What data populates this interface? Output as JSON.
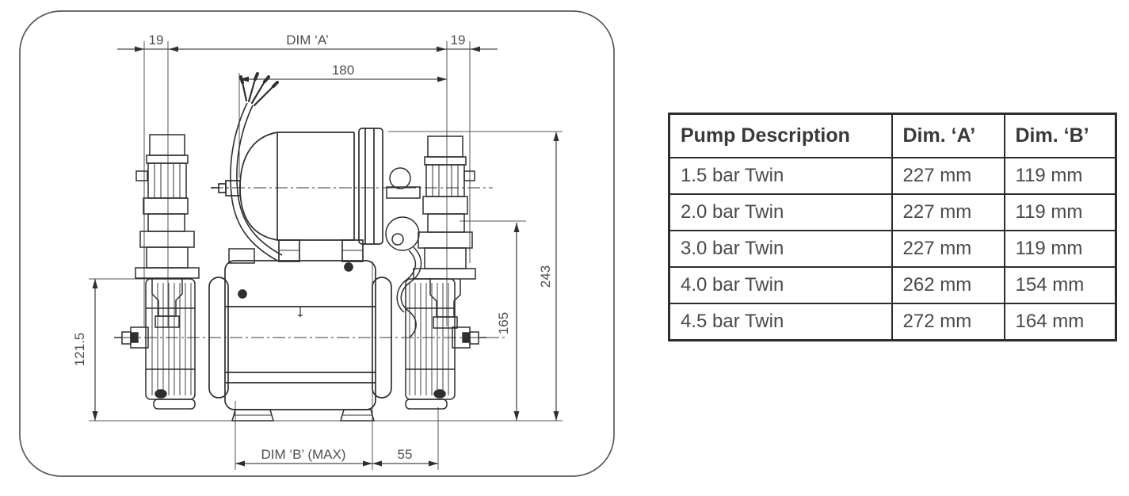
{
  "drawing": {
    "dim_labels": {
      "left_port_offset": "19",
      "overall_width": "DIM ‘A’",
      "right_port_offset": "19",
      "tank_width": "180",
      "overall_height": "243",
      "outlet_height": "165",
      "inlet_height": "121.5",
      "body_width": "DIM ‘B’ (MAX)",
      "side_offset": "55"
    }
  },
  "table": {
    "headers": [
      "Pump Description",
      "Dim. ‘A’",
      "Dim. ‘B’"
    ],
    "rows": [
      [
        "1.5 bar Twin",
        "227 mm",
        "119 mm"
      ],
      [
        "2.0 bar Twin",
        "227 mm",
        "119 mm"
      ],
      [
        "3.0 bar Twin",
        "227 mm",
        "119 mm"
      ],
      [
        "4.0 bar Twin",
        "262 mm",
        "154 mm"
      ],
      [
        "4.5 bar Twin",
        "272 mm",
        "164 mm"
      ]
    ]
  },
  "colors": {
    "background": "#ffffff",
    "drawing_line": "#2f2f31",
    "dimension_line": "#4a4a4c",
    "label_text": "#4f4f51",
    "table_border": "#2d2d2f",
    "header_text": "#39393b",
    "cell_text": "#4a4a4c"
  }
}
